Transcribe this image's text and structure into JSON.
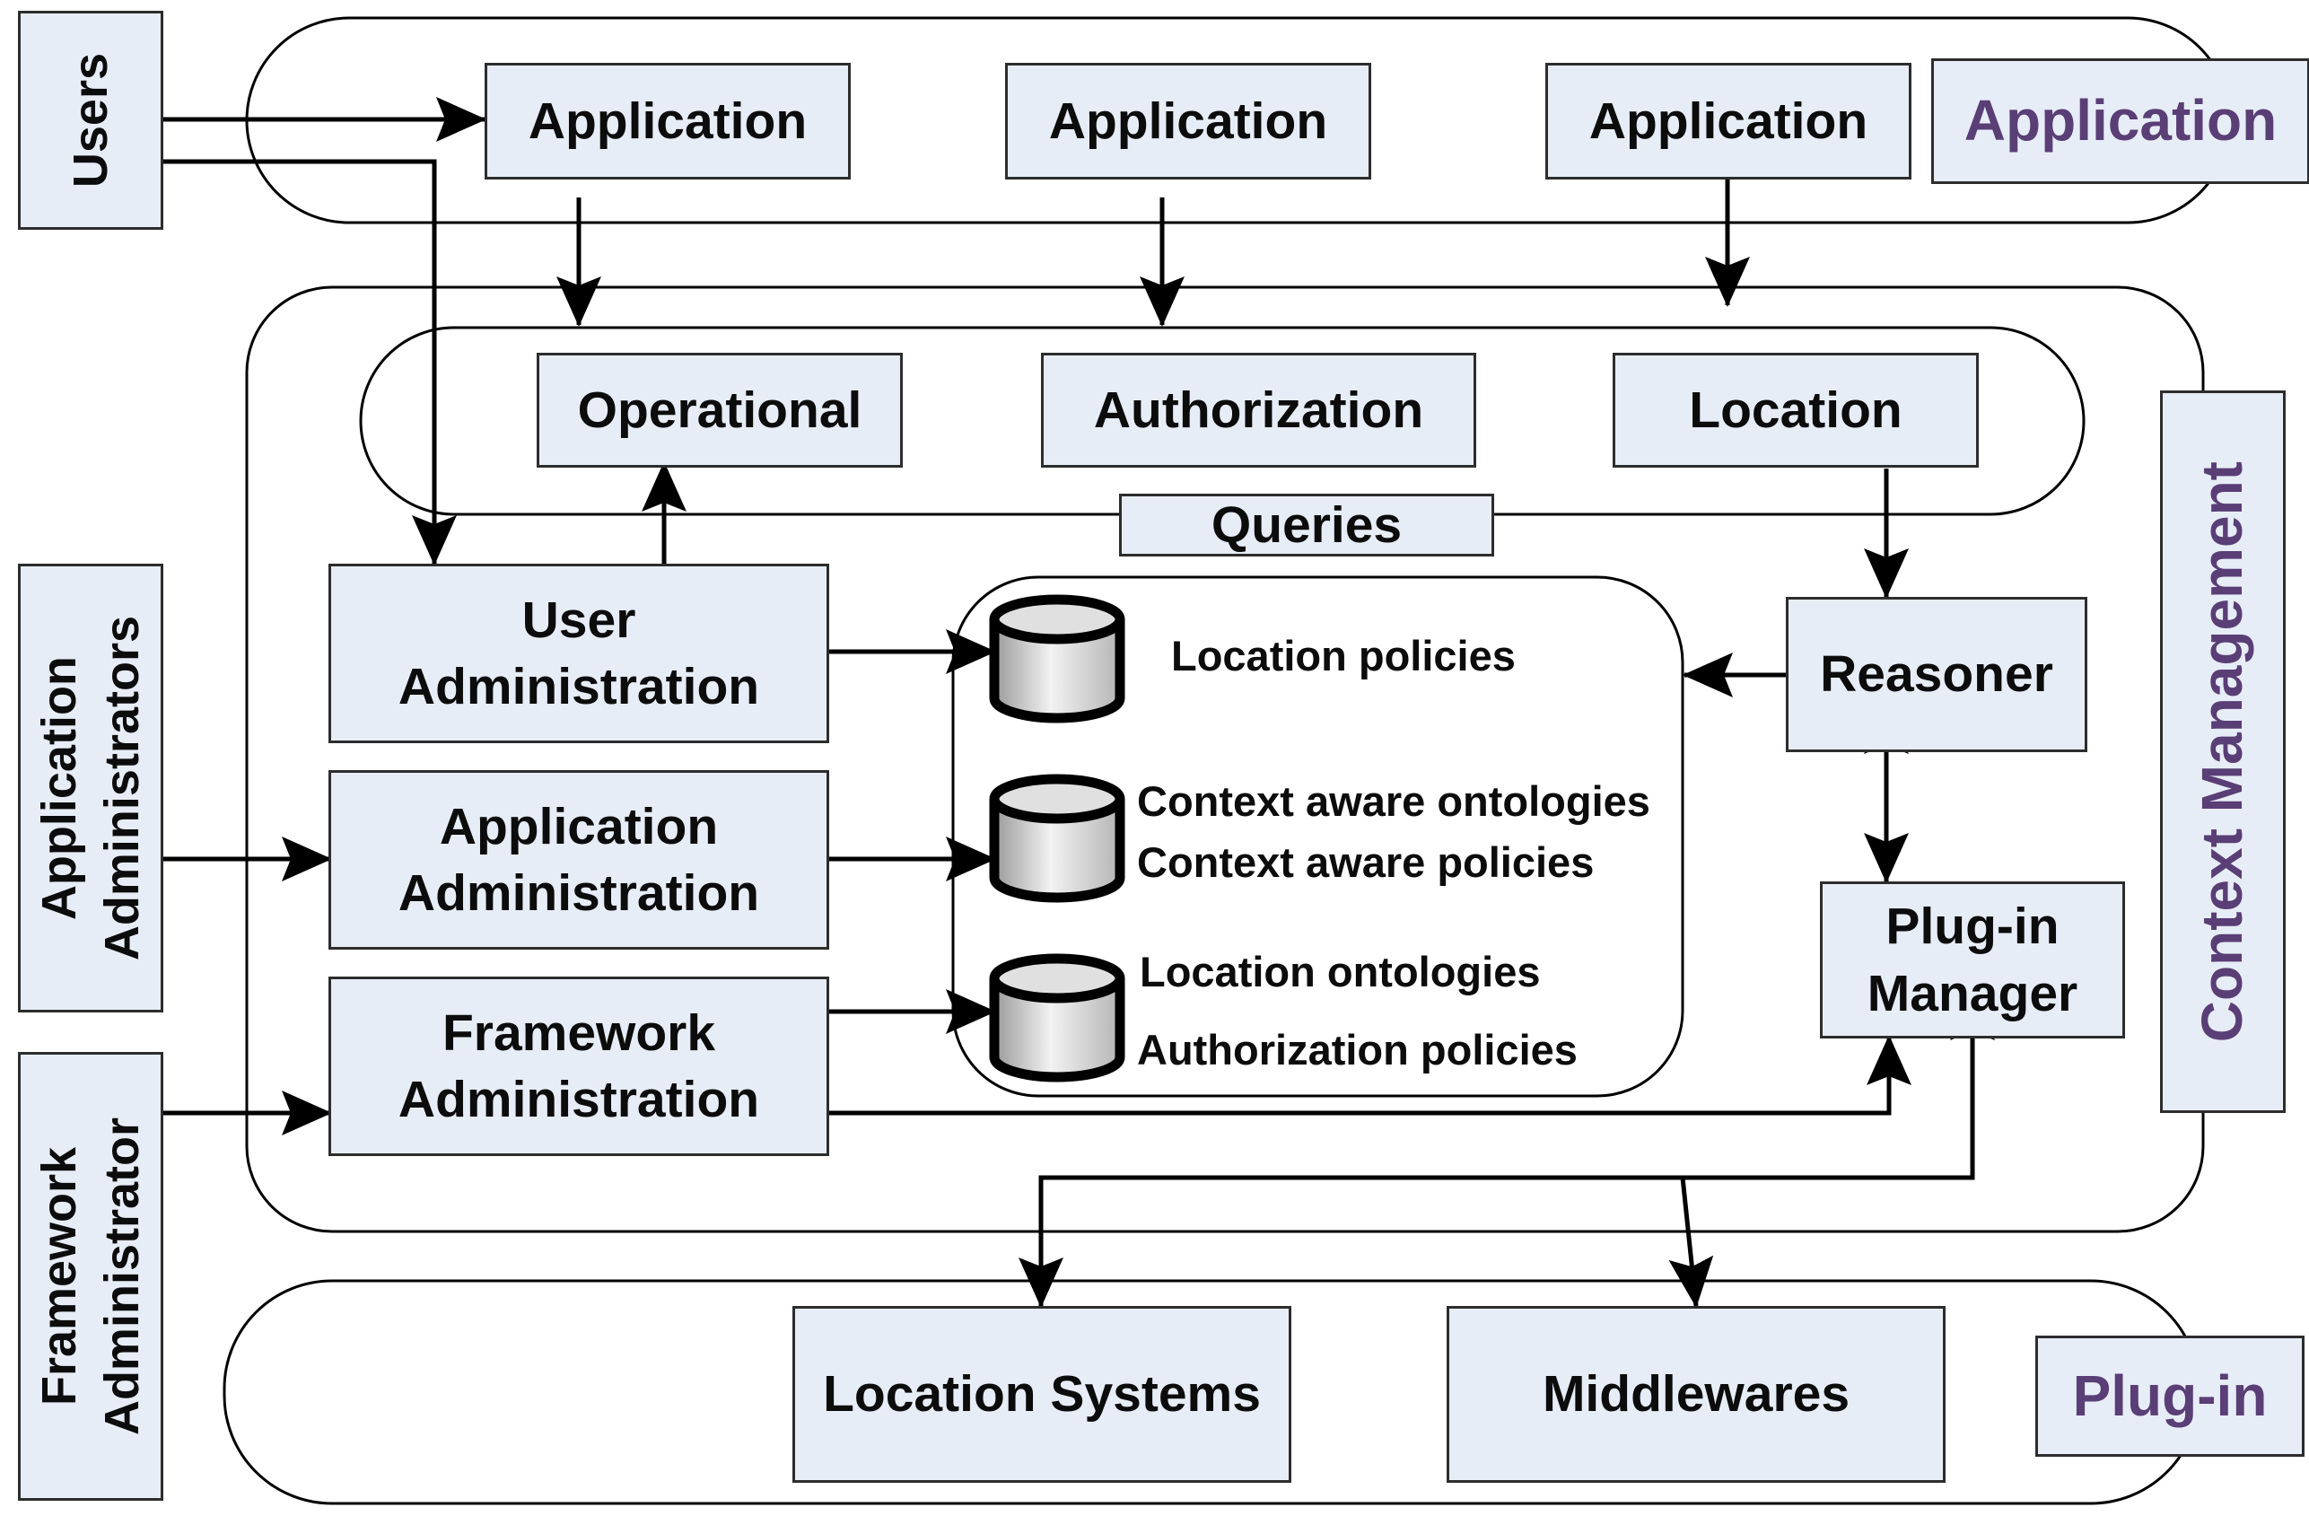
{
  "actors": {
    "users": "Users",
    "app_admins": [
      "Application",
      "Administrators"
    ],
    "framework_admin": [
      "Framework",
      "Administrator"
    ]
  },
  "application_layer": {
    "apps": [
      "Application",
      "Application",
      "Application"
    ],
    "layer_label": "Application"
  },
  "queries": {
    "label": "Queries",
    "items": [
      "Operational",
      "Authorization",
      "Location"
    ]
  },
  "administration": {
    "user": [
      "User",
      "Administration"
    ],
    "application": [
      "Application",
      "Administration"
    ],
    "framework": [
      "Framework",
      "Administration"
    ]
  },
  "repository": {
    "db1": [
      "Location policies"
    ],
    "db2": [
      "Context aware ontologies",
      "Context aware policies"
    ],
    "db3": [
      "Location ontologies",
      "Authorization policies"
    ]
  },
  "reasoner": "Reasoner",
  "plugin_manager": [
    "Plug-in",
    "Manager"
  ],
  "context_management_label": "Context Management",
  "plugin_layer": {
    "items": [
      "Location Systems",
      "Middlewares"
    ],
    "layer_label": "Plug-in"
  },
  "colors": {
    "box_fill": "#e7edf6",
    "layer_label_text": "#5a3e76",
    "line": "#000000"
  }
}
